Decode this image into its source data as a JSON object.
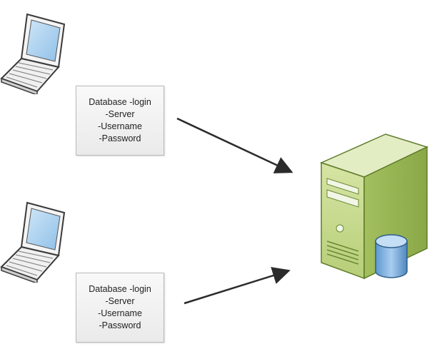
{
  "clients": [
    {
      "icon": "laptop-icon",
      "box": {
        "title": "Database -login",
        "fields": [
          "-Server",
          "-Username",
          "-Password"
        ]
      }
    },
    {
      "icon": "laptop-icon",
      "box": {
        "title": "Database -login",
        "fields": [
          "-Server",
          "-Username",
          "-Password"
        ]
      }
    }
  ],
  "server": {
    "icon": "database-server-icon",
    "colors": {
      "body": "#a9c46a",
      "front": "#c9dc8f",
      "cylinder": "#6ea7d6"
    }
  },
  "arrows": {
    "color": "#2b2b2b"
  }
}
